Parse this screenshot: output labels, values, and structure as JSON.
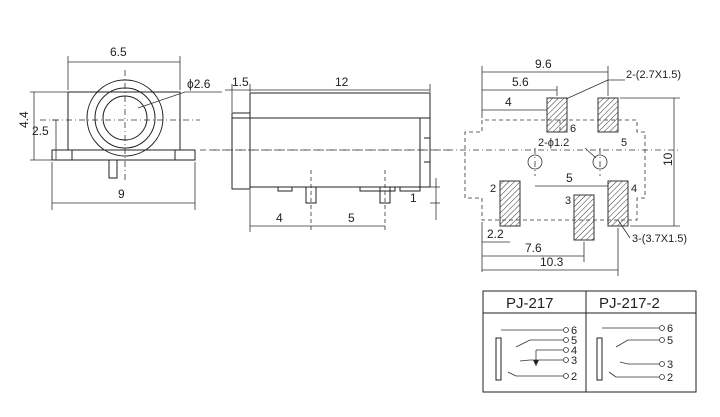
{
  "front_view": {
    "width_top": "6.5",
    "hole_dia": "ϕ2.6",
    "height_total": "4.4",
    "height_center": "2.5",
    "width_base": "9"
  },
  "side_view": {
    "flange": "1.5",
    "length": "12",
    "pin_offset": "4",
    "pin_spacing": "5",
    "pin_height": "1"
  },
  "pcb_view": {
    "overall_width": "9.6",
    "to_pad6": "5.6",
    "to_hole": "4",
    "pad_size_top": "2-(2.7X1.5)",
    "hole_size": "2-ϕ1.2",
    "height": "10",
    "pad_gap": "5",
    "left_offset": "2.2",
    "to_pad3": "7.6",
    "to_pad4": "10.3",
    "pad_size_bottom": "3-(3.7X1.5)",
    "pads": [
      "2",
      "3",
      "4",
      "5",
      "6"
    ]
  },
  "table": {
    "headers": [
      "PJ-217",
      "PJ-217-2"
    ],
    "left_pins": [
      "6",
      "5",
      "4",
      "3",
      "2"
    ],
    "right_pins": [
      "6",
      "5",
      "3",
      "2"
    ]
  }
}
